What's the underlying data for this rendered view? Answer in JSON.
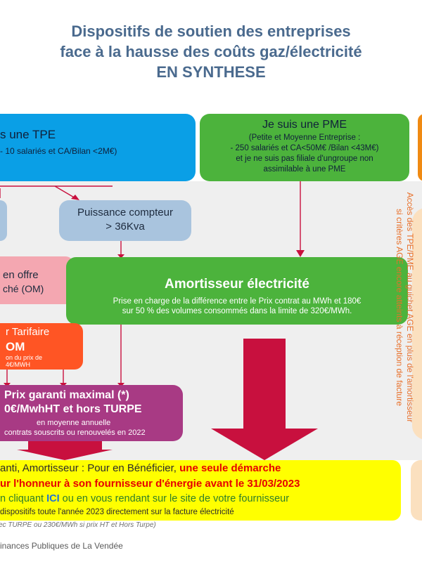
{
  "header": {
    "title_line1": "Dispositifs de soutien des entreprises",
    "title_line2": "face à la hausse des coûts gaz/électricité",
    "title_line3": "EN SYNTHESE"
  },
  "tpe": {
    "title": "s une TPE",
    "subtitle": "- 10 salariés et CA/Bilan <2M€)"
  },
  "pme": {
    "title": "Je suis une PME",
    "line1": "(Petite et Moyenne Entreprise :",
    "line2": "- 250 salariés et CA<50M€ /Bilan <43M€)",
    "line3": "et je ne suis pas filiale d'ungroupe non",
    "line4": "assimilable à une PME"
  },
  "compteur": {
    "line1": "Puissance compteur",
    "line2": "> 36Kva"
  },
  "offre": {
    "line1": "en offre",
    "line2": "ché (OM)"
  },
  "amortisseur": {
    "title": "Amortisseur électricité",
    "line1": "Prise en charge de la différence entre le Prix contrat au MWh et 180€",
    "line2": "sur 50 % des volumes consommés dans la limite de 320€/MWh."
  },
  "tarifaire": {
    "line1": "r Tarifaire",
    "line2": "OM",
    "line3": "on du prix de",
    "line4": "4€/MWH"
  },
  "prix_garanti": {
    "line1": "Prix garanti maximal (*)",
    "line2": "0€/MwhHT et hors TURPE",
    "line3": "en moyenne annuelle",
    "line4": "contrats souscrits ou renouvelés en 2022"
  },
  "vertical_note": {
    "line1": "Accès des TPE/PME au guichet AGE en plus de l'amortisseur",
    "line2": "si critères AGE encore atteints à réception de facture"
  },
  "demarche": {
    "line1_black": "anti, Amortisseur : Pour en Bénéficier, ",
    "line1_red": "une seule démarche",
    "line2": "ur l'honneur à son fournisseur d'énergie avant le 31/03/2023",
    "line3_a": "n cliquant ",
    "line3_ici": "ICI",
    "line3_b": " ou en vous rendant sur le site de votre fournisseur",
    "line4": "dispositifs toute l'année 2023 directement sur la facture électricité"
  },
  "footnote": "ec TURPE ou 230€/MWh si prix HT et Hors Turpe)",
  "footer": "inances Publiques de La Vendée",
  "colors": {
    "title": "#4a6a8e",
    "tpe_blue": "#0a9fe6",
    "pme_green": "#4cb33c",
    "compteur_blue": "#a9c4de",
    "pink": "#f4a7b1",
    "orange_red": "#ff5524",
    "purple": "#a83a84",
    "arrow_red": "#c8103e",
    "yellow": "#ffff00",
    "link_red": "#e60000",
    "orange_text": "#e8702a"
  }
}
